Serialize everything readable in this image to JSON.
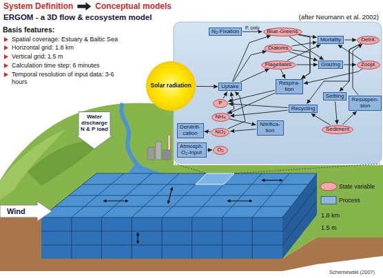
{
  "diagram": {
    "title": "ERGOM - a 3D flow & ecosystem model",
    "nodes": [
      {
        "text": [
          "Water discharge N & P load"
        ]
      },
      {
        "text": [
          "Wind"
        ]
      },
      {
        "text": [
          "Solar radiation"
        ]
      },
      {
        "text": [
          "N₂-Fixation"
        ]
      },
      {
        "text": [
          "Blue-Greens"
        ]
      },
      {
        "text": [
          "Diatoms"
        ]
      },
      {
        "text": [
          "Flagellates"
        ]
      },
      {
        "text": [
          "Mortality"
        ]
      },
      {
        "text": [
          "Detrit."
        ]
      },
      {
        "text": [
          "Grazing"
        ]
      },
      {
        "text": [
          "Zoopl."
        ]
      },
      {
        "text": [
          "Uptake"
        ]
      },
      {
        "text": [
          "Respira- tion"
        ]
      },
      {
        "text": [
          "P"
        ]
      },
      {
        "text": [
          "NH₄"
        ]
      },
      {
        "text": [
          "NO₃"
        ]
      },
      {
        "text": [
          "Settling"
        ]
      },
      {
        "text": [
          "Resuspen- sion"
        ]
      },
      {
        "text": [
          "Recycling"
        ]
      },
      {
        "text": [
          "Nitrifica- tion"
        ]
      },
      {
        "text": [
          "Sediment"
        ]
      },
      {
        "text": [
          "Denitrifi- cation"
        ]
      },
      {
        "text": [
          "Atmosph. O₂-Input"
        ]
      },
      {
        "text": [
          "O₂"
        ]
      }
    ],
    "edges": [
      {
        "from": 3,
        "to": 4,
        "label": "P. only",
        "arrow": "to"
      },
      {
        "from": 4,
        "to": 7,
        "arrow": "to"
      },
      {
        "from": 5,
        "to": 7,
        "arrow": "to"
      },
      {
        "from": 6,
        "to": 7,
        "arrow": "to"
      },
      {
        "from": 4,
        "to": 9,
        "arrow": "to"
      },
      {
        "from": 5,
        "to": 9,
        "arrow": "to"
      },
      {
        "from": 6,
        "to": 9,
        "arrow": "to"
      },
      {
        "from": 7,
        "to": 8,
        "arrow": "to"
      },
      {
        "from": 9,
        "to": 10,
        "arrow": "to"
      },
      {
        "from": 10,
        "to": 7,
        "arrow": "to"
      },
      {
        "from": 11,
        "to": 4,
        "arrow": "to"
      },
      {
        "from": 11,
        "to": 5,
        "arrow": "to"
      },
      {
        "from": 11,
        "to": 6,
        "arrow": "to"
      },
      {
        "from": 4,
        "to": 12,
        "arrow": "to"
      },
      {
        "from": 5,
        "to": 12,
        "arrow": "to"
      },
      {
        "from": 6,
        "to": 12,
        "arrow": "to"
      },
      {
        "from": 10,
        "to": 12,
        "arrow": "to"
      },
      {
        "from": 12,
        "to": 13,
        "arrow": "to"
      },
      {
        "from": 12,
        "to": 14,
        "arrow": "to"
      },
      {
        "from": 13,
        "to": 11,
        "arrow": "to"
      },
      {
        "from": 14,
        "to": 11,
        "arrow": "to"
      },
      {
        "from": 15,
        "to": 11,
        "arrow": "to"
      },
      {
        "from": 14,
        "to": 19,
        "arrow": "to"
      },
      {
        "from": 19,
        "to": 15,
        "arrow": "to"
      },
      {
        "from": 15,
        "to": 21,
        "arrow": "to"
      },
      {
        "from": 22,
        "to": 23,
        "arrow": "to"
      },
      {
        "from": 2,
        "to": 11,
        "arrow": "to"
      },
      {
        "from": 8,
        "to": 16,
        "arrow": "to"
      },
      {
        "from": 16,
        "to": 20,
        "arrow": "to"
      },
      {
        "from": 20,
        "to": 17,
        "arrow": "to"
      },
      {
        "from": 17,
        "to": 8,
        "arrow": "to"
      },
      {
        "from": 8,
        "to": 18,
        "arrow": "to"
      },
      {
        "from": 20,
        "to": 18,
        "arrow": "to"
      },
      {
        "from": 18,
        "to": 14,
        "arrow": "to"
      },
      {
        "from": 18,
        "to": 13,
        "arrow": "to"
      }
    ],
    "labels": [
      "System Definition",
      "Conceptual models",
      "(after Neumann et al. 2002)",
      "Basis features:",
      "Spatial coverage: Estuary & Baltic Sea",
      "Horizontal grid: 1.8 km",
      "Vertical grid: 1.5 m",
      "Calculation time step: 6 minutes",
      "Temporal resolution of input data: 3-6 hours",
      "1.8 km",
      "1.5 m",
      "Schernewski (2007)"
    ],
    "legend": [
      {
        "text": "State variable"
      },
      {
        "text": "Process"
      }
    ]
  }
}
